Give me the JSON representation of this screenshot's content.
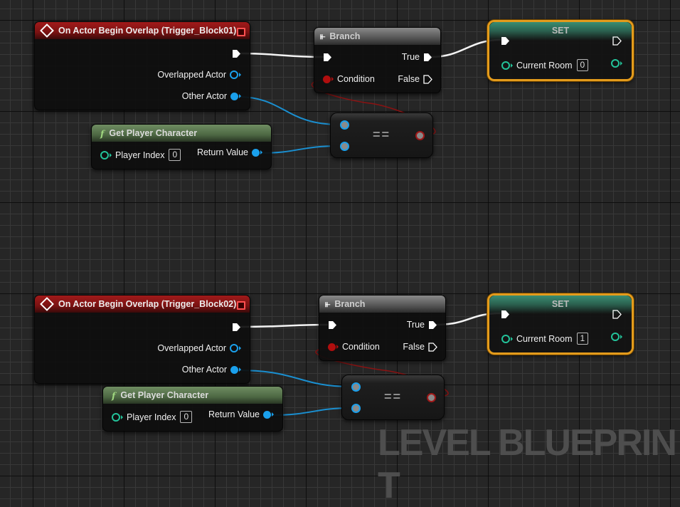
{
  "watermark": "LEVEL BLUEPRINT",
  "colors": {
    "event_header": "#a11a1a",
    "branch_header": "#8a8a8a",
    "function_header": "#6f8d62",
    "set_header": "#3a8d72",
    "set_border": "#e39b1c",
    "object_pin": "#1aa0ec",
    "integer_pin": "#23c39a",
    "boolean_pin": "#a01818",
    "exec_wire": "#ffffff"
  },
  "graphs": [
    {
      "event": {
        "title": "On Actor Begin Overlap (Trigger_Block01)",
        "icon": "event-diamond-icon",
        "pins": [
          "Overlapped Actor",
          "Other Actor"
        ]
      },
      "branch": {
        "title": "Branch",
        "icon": "branch-icon",
        "condition_label": "Condition",
        "true_label": "True",
        "false_label": "False"
      },
      "set": {
        "title": "SET",
        "variable": "Current Room",
        "value": "0"
      },
      "get_player": {
        "title": "Get Player Character",
        "icon": "function-icon",
        "input_label": "Player Index",
        "input_value": "0",
        "output_label": "Return Value"
      },
      "equals": {
        "operator": "=="
      }
    },
    {
      "event": {
        "title": "On Actor Begin Overlap (Trigger_Block02)",
        "icon": "event-diamond-icon",
        "pins": [
          "Overlapped Actor",
          "Other Actor"
        ]
      },
      "branch": {
        "title": "Branch",
        "icon": "branch-icon",
        "condition_label": "Condition",
        "true_label": "True",
        "false_label": "False"
      },
      "set": {
        "title": "SET",
        "variable": "Current Room",
        "value": "1"
      },
      "get_player": {
        "title": "Get Player Character",
        "icon": "function-icon",
        "input_label": "Player Index",
        "input_value": "0",
        "output_label": "Return Value"
      },
      "equals": {
        "operator": "=="
      }
    }
  ]
}
